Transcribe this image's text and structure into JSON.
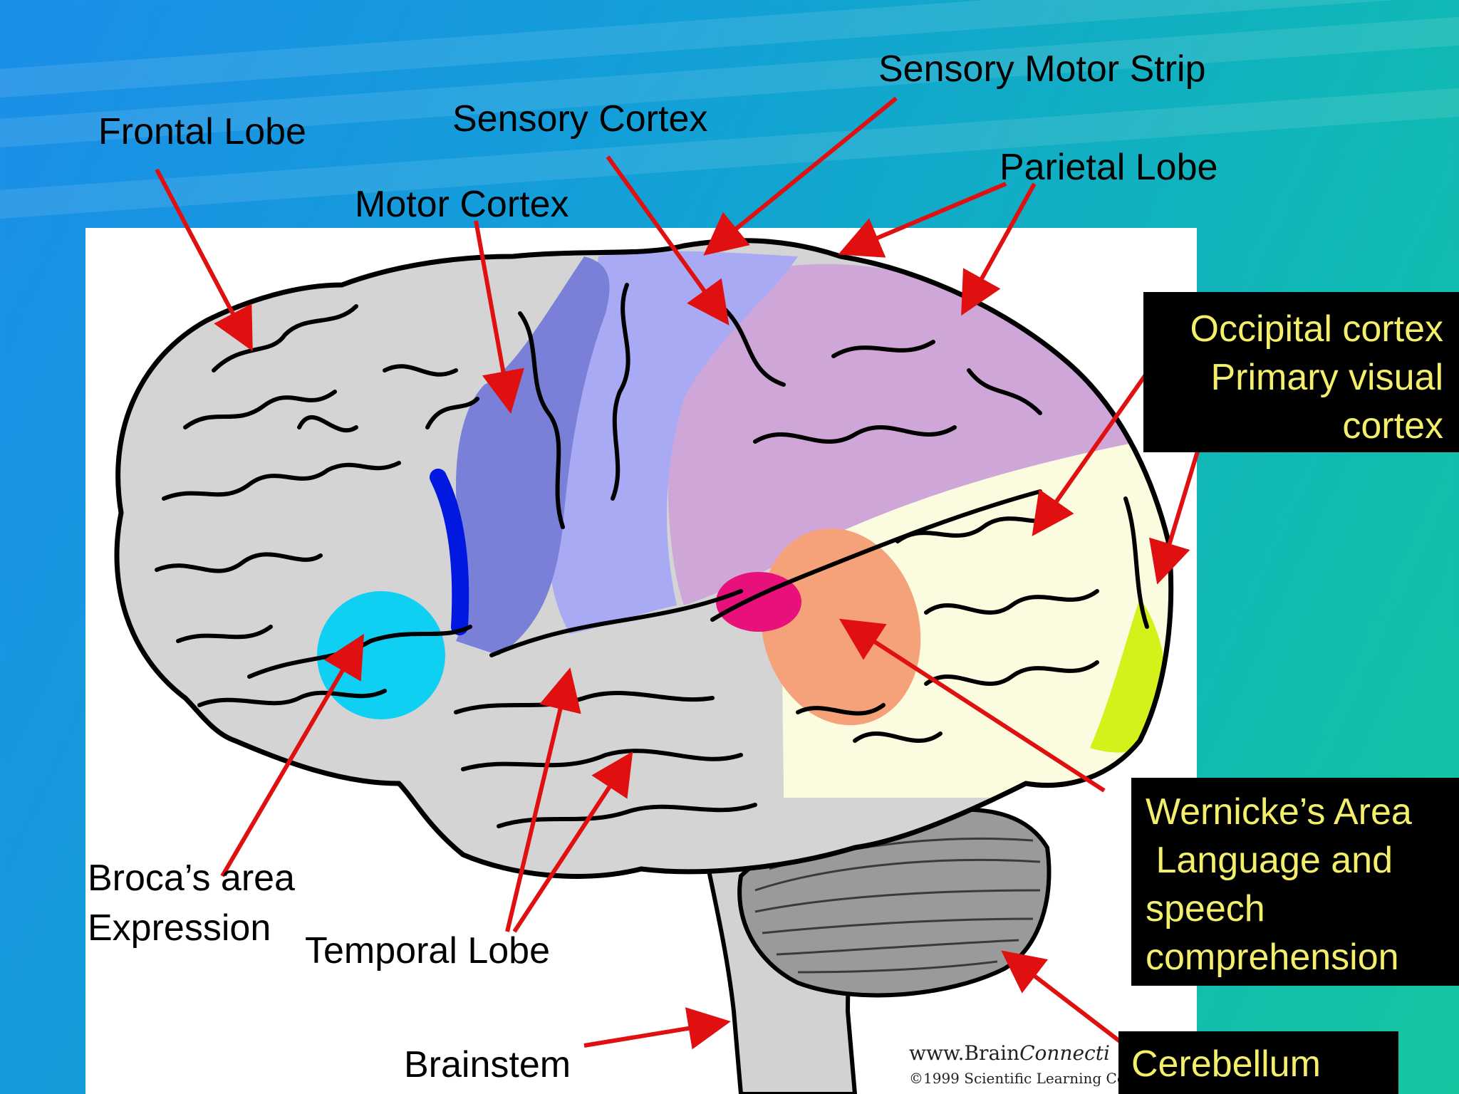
{
  "labels": {
    "frontal_lobe": "Frontal Lobe",
    "sensory_cortex": "Sensory Cortex",
    "motor_cortex": "Motor Cortex",
    "sensory_motor_strip": "Sensory Motor Strip",
    "parietal_lobe": "Parietal Lobe",
    "broca_line1": "Broca’s area",
    "broca_line2": "Expression",
    "temporal_lobe": "Temporal Lobe",
    "brainstem": "Brainstem"
  },
  "boxes": {
    "occipital": [
      "Occipital cortex",
      "Primary visual",
      "cortex"
    ],
    "wernicke": [
      "Wernicke’s Area",
      " Language and",
      "speech",
      "comprehension"
    ],
    "cerebellum": "Cerebellum"
  },
  "credit": {
    "line1_plain": "www.Brain",
    "line1_italic": "Connecti",
    "line2": "©1999 Scientific Learning Co"
  },
  "colors": {
    "arrow": "#e01010",
    "box_text": "#f3ef6a",
    "frontal": "#d4d4d4",
    "motor": "#7a80d8",
    "sensory": "#a8aaf4",
    "parietal": "#cfa6d8",
    "occipital_assoc": "#fbfbe0",
    "visual": "#d4f21a",
    "broca": "#0fd0f2",
    "wernicke": "#f5a27a",
    "magenta": "#e8107a",
    "central_sulcus": "#0018e0",
    "cerebellum": "#9a9a9a"
  }
}
